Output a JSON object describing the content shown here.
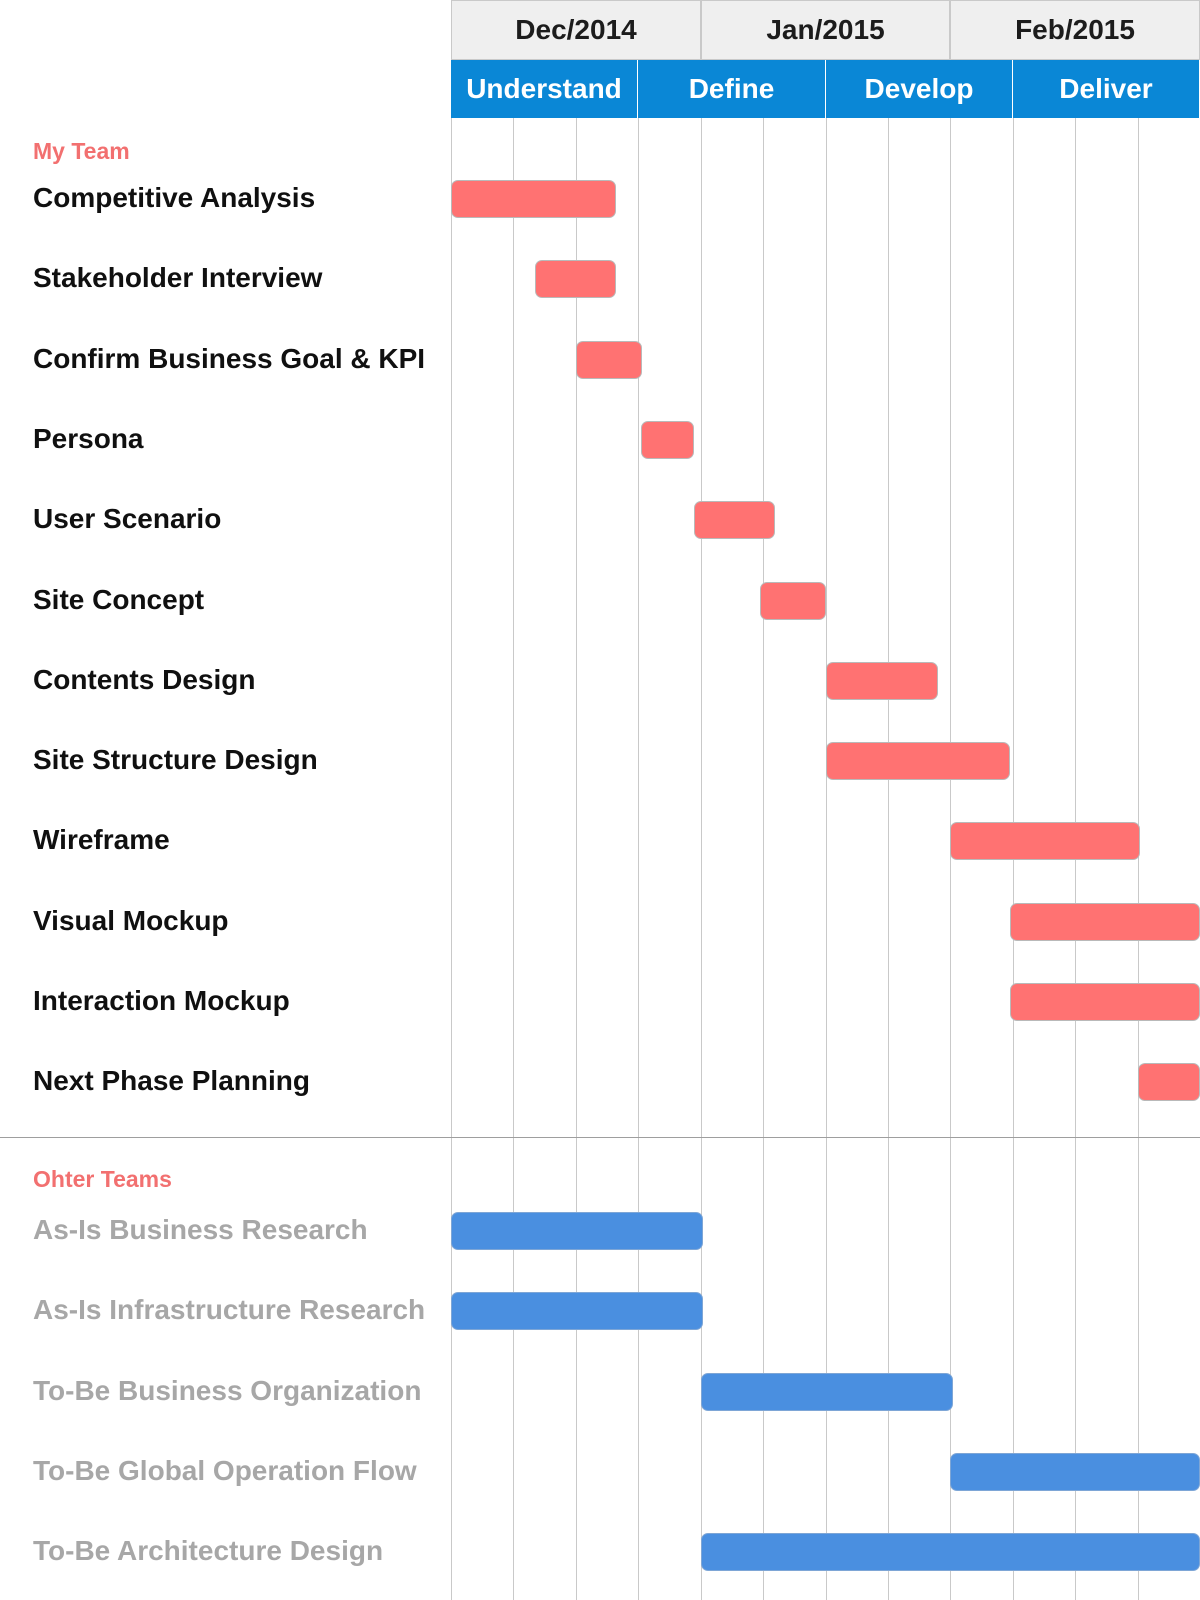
{
  "chart_data": {
    "type": "gantt",
    "title": "",
    "x_unit": "week",
    "xlim": [
      0,
      12
    ],
    "months": [
      {
        "label": "Dec/2014",
        "start": 0,
        "end": 4
      },
      {
        "label": "Jan/2015",
        "start": 4,
        "end": 8
      },
      {
        "label": "Feb/2015",
        "start": 8,
        "end": 12
      }
    ],
    "phases": [
      {
        "label": "Understand",
        "start": 0,
        "end": 3
      },
      {
        "label": "Define",
        "start": 3,
        "end": 6
      },
      {
        "label": "Develop",
        "start": 6,
        "end": 9
      },
      {
        "label": "Deliver",
        "start": 9,
        "end": 12
      }
    ],
    "groups": [
      {
        "name": "My Team",
        "color": "#ff7272",
        "tasks": [
          {
            "label": "Competitive Analysis",
            "start": 0,
            "end": 2.65
          },
          {
            "label": "Stakeholder Interview",
            "start": 1.35,
            "end": 2.65
          },
          {
            "label": "Confirm Business Goal & KPI",
            "start": 2.0,
            "end": 3.05
          },
          {
            "label": "Persona",
            "start": 3.05,
            "end": 3.9
          },
          {
            "label": "User Scenario",
            "start": 3.9,
            "end": 5.2
          },
          {
            "label": "Site Concept",
            "start": 4.95,
            "end": 6.0
          },
          {
            "label": "Contents Design",
            "start": 6.0,
            "end": 7.8
          },
          {
            "label": "Site Structure Design",
            "start": 6.0,
            "end": 8.95
          },
          {
            "label": "Wireframe",
            "start": 8.0,
            "end": 11.05
          },
          {
            "label": "Visual Mockup",
            "start": 8.95,
            "end": 12
          },
          {
            "label": "Interaction Mockup",
            "start": 8.95,
            "end": 12
          },
          {
            "label": "Next Phase Planning",
            "start": 11.0,
            "end": 12
          }
        ]
      },
      {
        "name": "Ohter Teams",
        "color": "#4a8fe0",
        "tasks": [
          {
            "label": "As-Is Business Research",
            "start": 0,
            "end": 4.03
          },
          {
            "label": "As-Is Infrastructure Research",
            "start": 0,
            "end": 4.03
          },
          {
            "label": "To-Be Business Organization",
            "start": 4.0,
            "end": 8.03
          },
          {
            "label": "To-Be Global Operation Flow",
            "start": 8.0,
            "end": 12
          },
          {
            "label": "To-Be Architecture Design",
            "start": 4.0,
            "end": 12
          }
        ]
      }
    ],
    "grid": true
  }
}
